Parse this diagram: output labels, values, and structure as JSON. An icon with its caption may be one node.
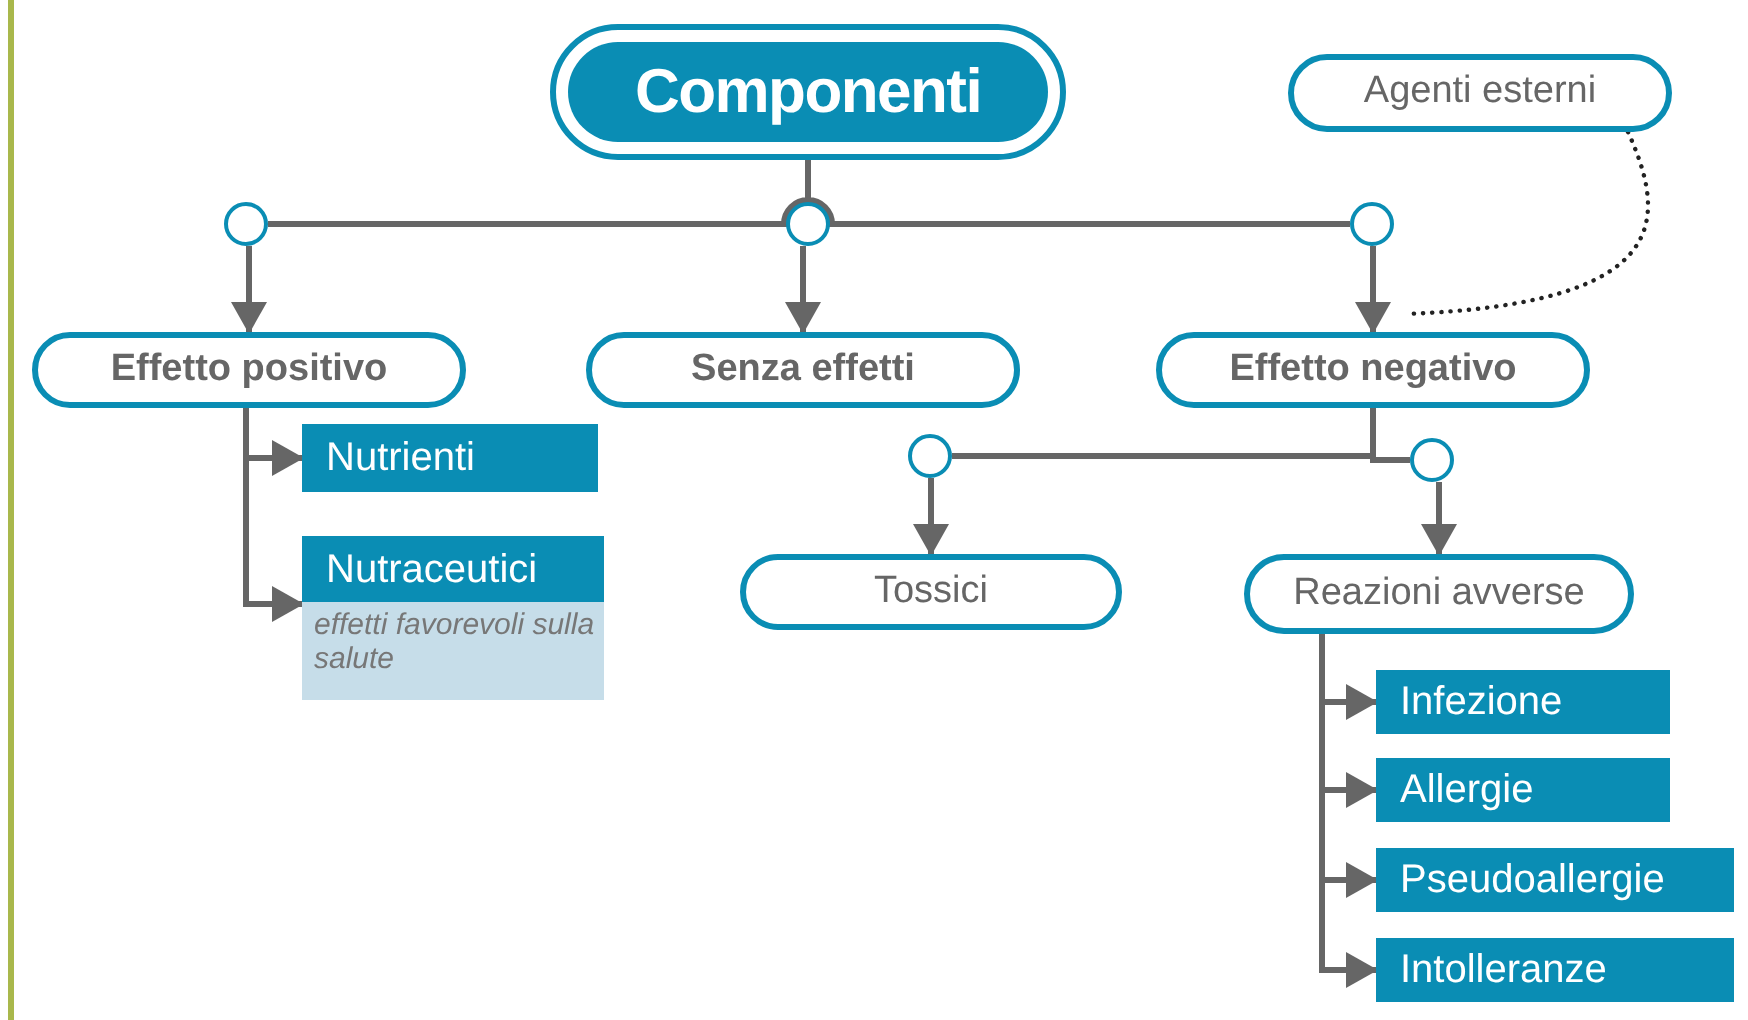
{
  "diagram": {
    "nodes": [
      {
        "text": [
          "Componenti"
        ]
      },
      {
        "text": [
          "Agenti esterni"
        ]
      },
      {
        "text": [],
        "shape": "circle"
      },
      {
        "text": [],
        "shape": "circle"
      },
      {
        "text": [],
        "shape": "circle"
      },
      {
        "text": [
          "Effetto positivo"
        ]
      },
      {
        "text": [
          "Senza effetti"
        ]
      },
      {
        "text": [
          "Effetto negativo"
        ]
      },
      {
        "text": [
          "Nutrienti"
        ]
      },
      {
        "text": [
          "Nutraceutici",
          "effetti favorevoli sulla salute"
        ]
      },
      {
        "text": [],
        "shape": "circle"
      },
      {
        "text": [],
        "shape": "circle"
      },
      {
        "text": [
          "Tossici"
        ]
      },
      {
        "text": [
          "Reazioni avverse"
        ]
      },
      {
        "text": [
          "Infezione"
        ]
      },
      {
        "text": [
          "Allergie"
        ]
      },
      {
        "text": [
          "Pseudoallergie"
        ]
      },
      {
        "text": [
          "Intolleranze"
        ]
      }
    ],
    "edges": [
      {
        "from": 0,
        "to": 2,
        "arrow": "none"
      },
      {
        "from": 0,
        "to": 3,
        "arrow": "none"
      },
      {
        "from": 0,
        "to": 4,
        "arrow": "none"
      },
      {
        "from": 2,
        "to": 5,
        "arrow": "to"
      },
      {
        "from": 3,
        "to": 6,
        "arrow": "to"
      },
      {
        "from": 4,
        "to": 7,
        "arrow": "to"
      },
      {
        "from": 1,
        "to": 7,
        "arrow": "none",
        "style": "dashed"
      },
      {
        "from": 5,
        "to": 8,
        "arrow": "to"
      },
      {
        "from": 5,
        "to": 9,
        "arrow": "to"
      },
      {
        "from": 7,
        "to": 10,
        "arrow": "none"
      },
      {
        "from": 7,
        "to": 11,
        "arrow": "none"
      },
      {
        "from": 10,
        "to": 12,
        "arrow": "to"
      },
      {
        "from": 11,
        "to": 13,
        "arrow": "to"
      },
      {
        "from": 13,
        "to": 14,
        "arrow": "to"
      },
      {
        "from": 13,
        "to": 15,
        "arrow": "to"
      },
      {
        "from": 13,
        "to": 16,
        "arrow": "to"
      },
      {
        "from": 13,
        "to": 17,
        "arrow": "to"
      }
    ]
  }
}
